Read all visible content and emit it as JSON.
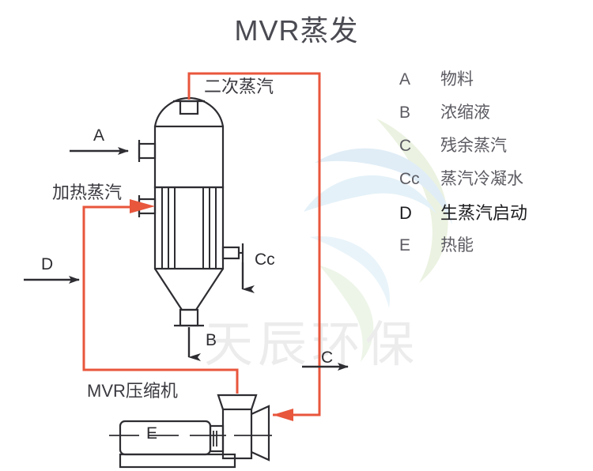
{
  "page": {
    "title": "MVR蒸发",
    "watermark_text": "天辰环保"
  },
  "colors": {
    "pipe_orange": "#e8563c",
    "line_black": "#2d2d32",
    "text_gray": "#5b5b62",
    "watermark_gray": "#ececed",
    "watermark_blue": "#d4e6f0",
    "watermark_green": "#dce8d0"
  },
  "diagram": {
    "labels": {
      "secondary_steam": "二次蒸汽",
      "heating_steam": "加热蒸汽",
      "compressor": "MVR压缩机"
    },
    "flow_letters": {
      "a": "A",
      "b": "B",
      "c": "C",
      "cc": "Cc",
      "d": "D",
      "e": "E"
    }
  },
  "legend": {
    "items": [
      {
        "key": "A",
        "value": "物料",
        "emphasis": false
      },
      {
        "key": "B",
        "value": "浓缩液",
        "emphasis": false
      },
      {
        "key": "C",
        "value": "残余蒸汽",
        "emphasis": false
      },
      {
        "key": "Cc",
        "value": "蒸汽冷凝水",
        "emphasis": false
      },
      {
        "key": "D",
        "value": "生蒸汽启动",
        "emphasis": true
      },
      {
        "key": "E",
        "value": "热能",
        "emphasis": false
      }
    ]
  }
}
